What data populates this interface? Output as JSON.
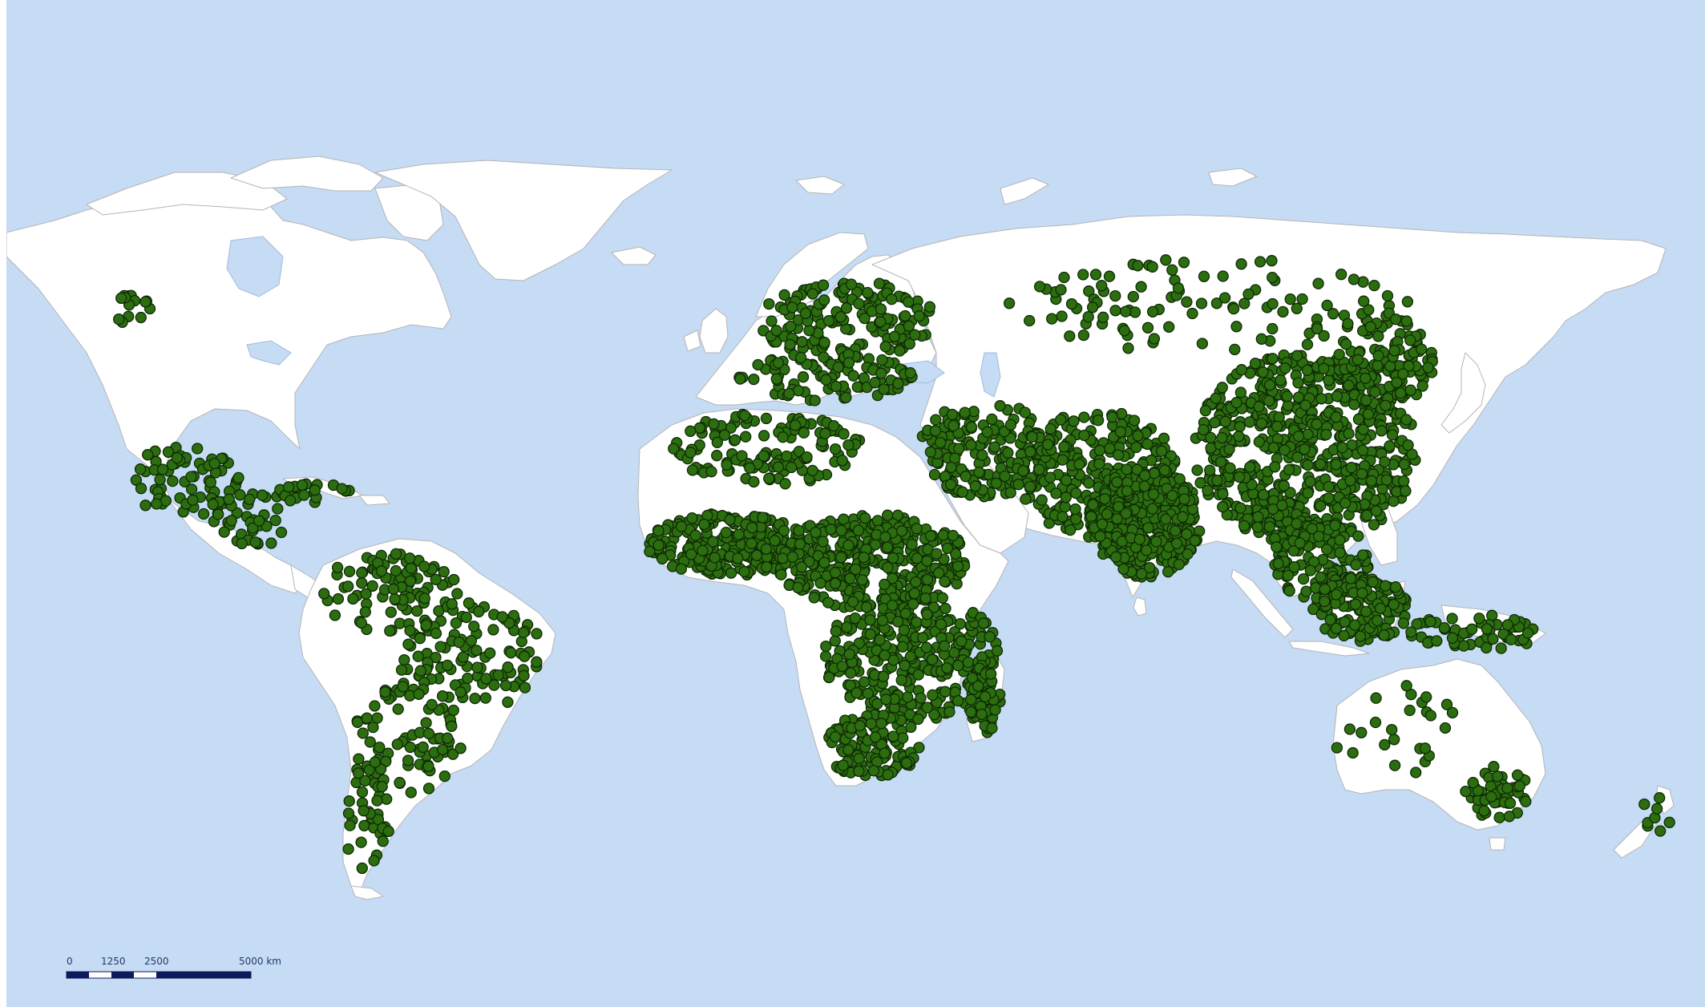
{
  "map": {
    "background_color": "#c6dbf4",
    "land_color": "#ffffff",
    "border_color": "#b5b5b5",
    "point_fill": "#2c6d10",
    "point_stroke": "#0f2a05",
    "projection": "equirectangular-like world map",
    "regions": [
      "North America",
      "Greenland",
      "Central America",
      "South America",
      "Europe",
      "Africa",
      "Madagascar",
      "Asia",
      "Southeast Asia",
      "Australia",
      "New Zealand"
    ],
    "clusters": [
      {
        "region": "Canada-west",
        "density": "sparse"
      },
      {
        "region": "Mexico and Central America",
        "density": "medium"
      },
      {
        "region": "Caribbean",
        "density": "medium"
      },
      {
        "region": "South America",
        "density": "medium"
      },
      {
        "region": "Europe",
        "density": "medium"
      },
      {
        "region": "North Africa",
        "density": "medium"
      },
      {
        "region": "Sub-Saharan Africa",
        "density": "very dense"
      },
      {
        "region": "Madagascar",
        "density": "dense"
      },
      {
        "region": "Middle East",
        "density": "dense"
      },
      {
        "region": "South Asia",
        "density": "very dense"
      },
      {
        "region": "East Asia",
        "density": "very dense"
      },
      {
        "region": "Siberia",
        "density": "sparse"
      },
      {
        "region": "Southeast Asia",
        "density": "dense"
      },
      {
        "region": "Australia",
        "density": "sparse"
      },
      {
        "region": "New Zealand",
        "density": "sparse"
      }
    ],
    "scale_bar": {
      "labels": [
        "0",
        "1250",
        "2500",
        "5000 km"
      ],
      "bar_color": "#0c1a5c"
    }
  }
}
